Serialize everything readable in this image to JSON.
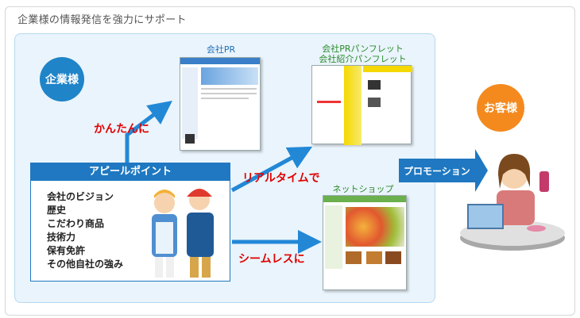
{
  "title": "企業様の情報発信を強力にサポート",
  "company_circle": "企業様",
  "customer_circle": "お客様",
  "labels": {
    "company_pr": "会社PR",
    "pamphlet_line1": "会社PRパンフレット",
    "pamphlet_line2": "会社紹介パンフレット",
    "net_shop": "ネットショップ"
  },
  "phrases": {
    "easy": "かんたんに",
    "realtime": "リアルタイムで",
    "seamless": "シームレスに",
    "promotion": "プロモーション"
  },
  "appeal": {
    "heading": "アピールポイント",
    "items": [
      "会社のビジョン",
      "歴史",
      "こだわり商品",
      "技術力",
      "保有免許",
      "その他自社の強み"
    ]
  },
  "colors": {
    "blue": "#1f84c8",
    "orange": "#f48a1e",
    "red": "#e00000",
    "panel": "#eaf4fc"
  }
}
